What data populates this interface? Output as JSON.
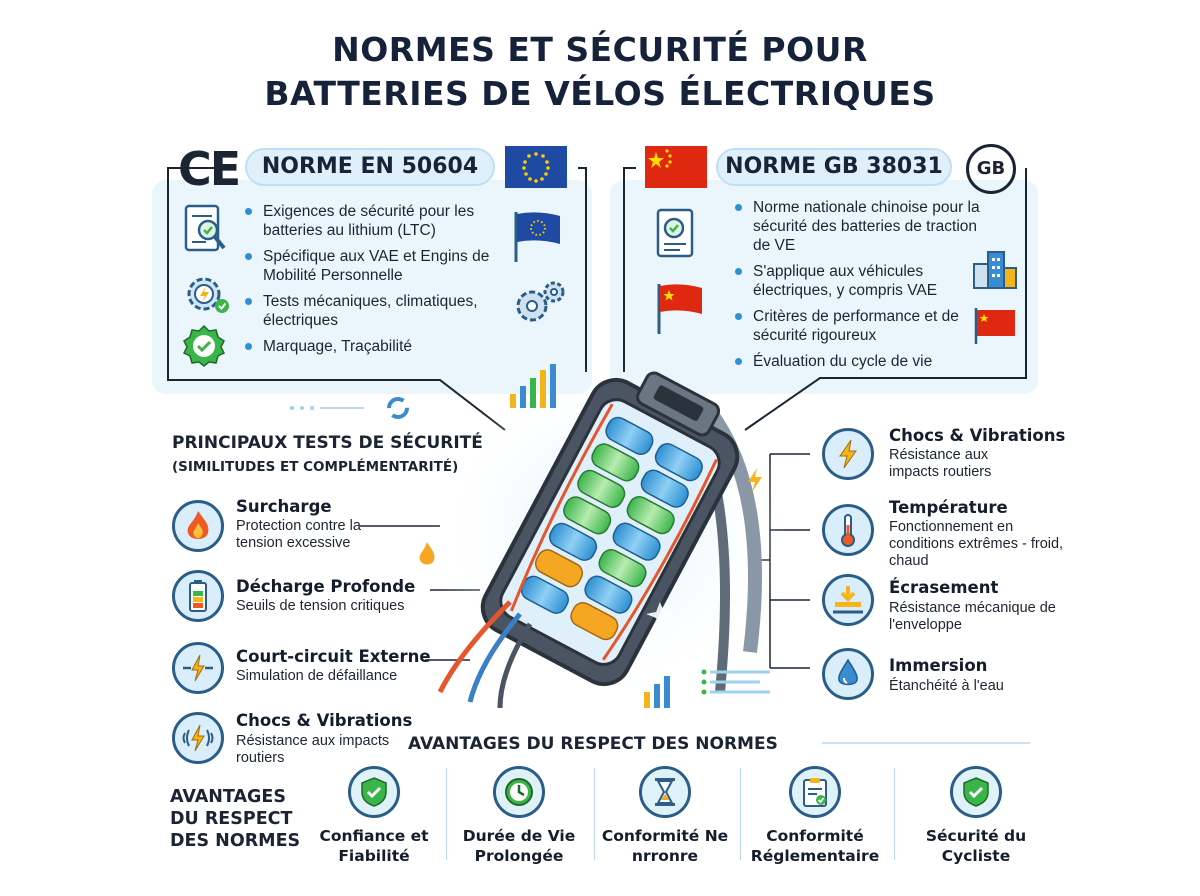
{
  "title": {
    "line1": "NORMES ET SÉCURITÉ POUR",
    "line2": "BATTERIES DE VÉLOS ÉLECTRIQUES"
  },
  "eu_standard": {
    "mark": "CE",
    "name": "NORME EN 50604",
    "bullets": [
      "Exigences de sécurité pour les batteries au lithium (LTC)",
      "Spécifique aux VAE et Engins de Mobilité Personnelle",
      "Tests mécaniques, climatiques, électriques",
      "Marquage, Traçabilité"
    ]
  },
  "cn_standard": {
    "mark": "GB",
    "name": "NORME GB 38031",
    "bullets": [
      "Norme nationale chinoise pour la sécurité des batteries de traction de VE",
      "S'applique aux véhicules électriques, y compris VAE",
      "Critères de performance et de sécurité rigoureux",
      "Évaluation du cycle de vie"
    ]
  },
  "tests_section": {
    "title": "PRINCIPAUX TESTS DE SÉCURITÉ",
    "subtitle": "(SIMILITUDES ET COMPLÉMENTARITÉ)"
  },
  "tests_left": [
    {
      "name": "Surcharge",
      "desc": "Protection contre la tension excessive",
      "icon": "flame-icon"
    },
    {
      "name": "Décharge Profonde",
      "desc": "Seuils de tension critiques",
      "icon": "battery-low-icon"
    },
    {
      "name": "Court-circuit Externe",
      "desc": "Simulation de défaillance",
      "icon": "lightning-icon"
    },
    {
      "name": "Chocs & Vibrations",
      "desc": "Résistance aux impacts routiers",
      "icon": "vibration-icon"
    }
  ],
  "tests_right": [
    {
      "name": "Chocs & Vibrations",
      "desc": "Résistance aux impacts routiers",
      "icon": "lightning-icon"
    },
    {
      "name": "Température",
      "desc": "Fonctionnement en conditions extrêmes - froid, chaud",
      "icon": "thermometer-icon"
    },
    {
      "name": "Écrasement",
      "desc": "Résistance mécanique de l'enveloppe",
      "icon": "crush-icon"
    },
    {
      "name": "Immersion",
      "desc": "Étanchéité à l'eau",
      "icon": "water-drop-icon"
    }
  ],
  "advantages": {
    "title_center": "AVANTAGES DU RESPECT DES NORMES",
    "title_left": "AVANTAGES DU RESPECT DES NORMES",
    "items": [
      {
        "label": "Confiance et Fiabilité",
        "icon": "shield-check-icon"
      },
      {
        "label": "Durée de Vie Prolongée",
        "icon": "clock-icon"
      },
      {
        "label": "Conformité Ne nrronre",
        "icon": "hourglass-icon"
      },
      {
        "label": "Conformité Réglementaire",
        "icon": "clipboard-check-icon"
      },
      {
        "label": "Sécurité du Cycliste",
        "icon": "shield-check-icon"
      }
    ]
  },
  "colors": {
    "title": "#16213a",
    "accent_blue": "#2e8fd1",
    "panel": "#eaf5fc",
    "eu_blue": "#1f4aa3",
    "eu_star": "#ffcc00",
    "cn_red": "#de2910",
    "green_check": "#3bb54a"
  }
}
